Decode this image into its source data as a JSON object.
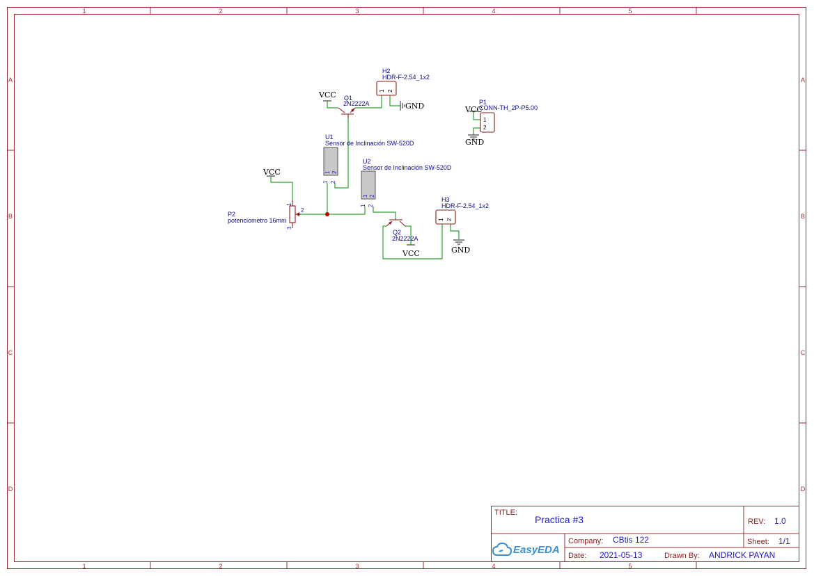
{
  "frame": {
    "columns": [
      "1",
      "2",
      "3",
      "4",
      "5"
    ],
    "rows": [
      "A",
      "B",
      "C",
      "D"
    ]
  },
  "components": {
    "q1": {
      "ref": "Q1",
      "value": "2N2222A"
    },
    "q2": {
      "ref": "Q2",
      "value": "2N2222A"
    },
    "u1": {
      "ref": "U1",
      "value": "Sensor de Inclinación SW-520D",
      "pins": [
        "1",
        "2"
      ]
    },
    "u2": {
      "ref": "U2",
      "value": "Sensor de Inclinación SW-520D",
      "pins": [
        "1",
        "2"
      ]
    },
    "h2": {
      "ref": "H2",
      "value": "HDR-F-2.54_1x2",
      "pins": [
        "1",
        "2"
      ]
    },
    "h3": {
      "ref": "H3",
      "value": "HDR-F-2.54_1x2",
      "pins": [
        "1",
        "2"
      ]
    },
    "p1": {
      "ref": "P1",
      "value": "CONN-TH_2P-P5.00",
      "pins": [
        "1",
        "2"
      ]
    },
    "p2": {
      "ref": "P2",
      "value": "potenciometro 16mm",
      "pins": [
        "1",
        "2",
        "3"
      ]
    }
  },
  "nets": {
    "vcc": "VCC",
    "gnd": "GND"
  },
  "title_block": {
    "title_label": "TITLE:",
    "title": "Practica #3",
    "rev_label": "REV:",
    "rev": "1.0",
    "logo": "EasyEDA",
    "company_label": "Company:",
    "company": "CBtis 122",
    "sheet_label": "Sheet:",
    "sheet": "1/1",
    "date_label": "Date:",
    "date": "2021-05-13",
    "drawn_label": "Drawn By:",
    "drawn_by": "ANDRICK PAYAN"
  },
  "colors": {
    "frame": "#9b2b2b",
    "wire": "#2ca02c",
    "text_blue": "#1a1ad0"
  }
}
